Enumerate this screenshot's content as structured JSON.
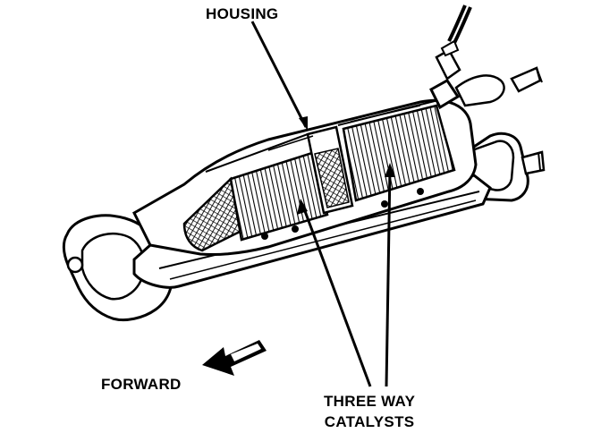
{
  "labels": {
    "housing": "HOUSING",
    "forward": "FORWARD",
    "catalysts_line1": "THREE WAY",
    "catalysts_line2": "CATALYSTS"
  },
  "colors": {
    "ink": "#000000",
    "paper": "#ffffff"
  }
}
